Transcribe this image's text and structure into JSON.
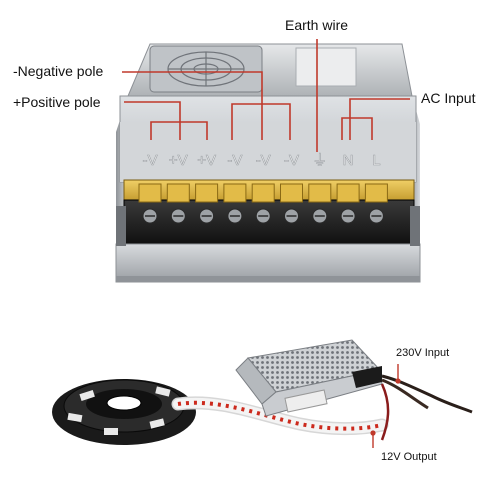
{
  "labels": {
    "earth_wire": "Earth wire",
    "negative_pole": "-Negative pole",
    "positive_pole": "+Positive pole",
    "ac_input": "AC Input",
    "input_230v": "230V Input",
    "output_12v": "12V Output"
  },
  "terminal_marks": [
    "-V",
    "+V",
    "+V",
    "-V",
    "-V",
    "-V",
    "⏚",
    "N",
    "L"
  ],
  "colors": {
    "callout_line": "#c0392b",
    "psu_body": "#c9ccd0",
    "terminal_block": "#1b1b1b",
    "terminal_top": "#d4a82c",
    "led_strip": "#f4f4f4",
    "led_chip": "#cc2a1d",
    "cable": "#2a1f1a"
  }
}
